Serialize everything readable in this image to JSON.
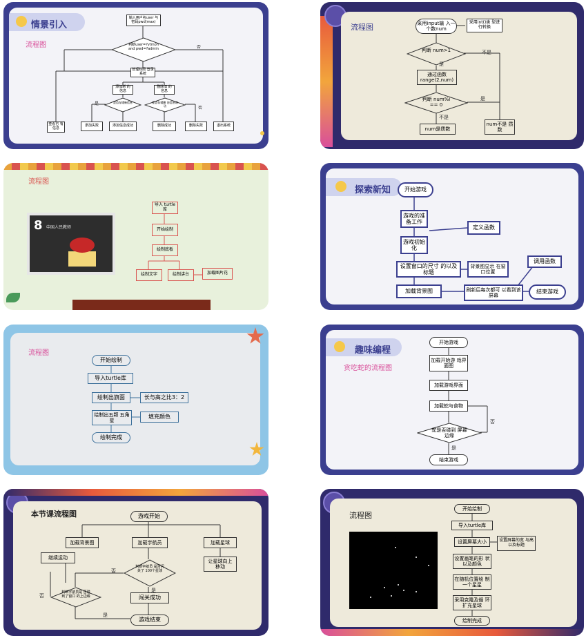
{
  "s1": {
    "title": "情景引入",
    "subtitle": "流程图",
    "n_start": "输入用户名user 与密码pwd(max)",
    "d1": "判断user=?vtmon and pwd=?admin",
    "d1_no": "否",
    "n2": "管理权限 登录系统",
    "n3a": "添加新 的信息",
    "n3b": "删除旧 的信息",
    "d2": "是否存储新信息",
    "d2_yes": "是",
    "d3": "是否存储删 旧信息成功",
    "d3_no": "否",
    "leaf1": "查看已 有信息",
    "leaf2": "添加失败",
    "leaf3": "添加信息成功",
    "leaf4": "删除成功",
    "leaf5": "删除失败",
    "leaf6": "退出系统"
  },
  "s2": {
    "title": "流程图",
    "n1": "采用input输 入一个数num",
    "n1b": "采用int()类 型进行转换",
    "d1": "判断 num>1",
    "d1_no": "不是",
    "d1_yes": "是",
    "n2": "通过函数 range(2,num)",
    "d2": "判断 num%i == 0",
    "d2_yes": "是",
    "d2_no": "不是",
    "n3": "num是质数",
    "n4": "num不是 质数"
  },
  "s3": {
    "title": "流程图",
    "n1": "导入 turtle库",
    "n2": "开始绘制",
    "n3": "绘制底板",
    "n4": "绘制文字",
    "n5": "绘制讲台",
    "n6": "加载图片花",
    "photo_caption": "中国人民教师",
    "photo_num": "8"
  },
  "s4": {
    "title": "探索新知",
    "n1": "开始游戏",
    "n2": "游戏的准 备工作",
    "n3": "定义函数",
    "n4": "游戏初始 化",
    "n5": "设置窗口的尺寸 的以及标题",
    "n6": "背景图显示 在窗口位置",
    "n7": "调用函数",
    "n8": "加载背景图",
    "n9": "刷新后每次都可 以看到该屏幕",
    "n10": "结束游戏"
  },
  "s5": {
    "title": "流程图",
    "n1": "开始绘制",
    "n2": "导入turtle库",
    "n3": "绘制出旗面",
    "n3b": "长与高之比3：2",
    "n4": "绘制出五颗 五角星",
    "n4b": "填充颜色",
    "n5": "绘制完成"
  },
  "s6": {
    "title": "趣味编程",
    "subtitle": "贪吃蛇的流程图",
    "n1": "开始游戏",
    "n2": "加载开始游 戏界面图",
    "n3": "加载游戏界面",
    "n4": "加载蛇与食物",
    "d1": "蛇是否碰到 屏幕边缘",
    "d1_no": "否",
    "d1_yes": "是",
    "n5": "结束游戏"
  },
  "s7": {
    "title": "本节课流程图",
    "n1": "游戏开始",
    "n2": "加载背景图",
    "n3": "加载宇航员",
    "n4": "加载星球",
    "n5": "继续运动",
    "d1": "判断宇航员 是否闪关了 100个星球",
    "d1_no": "否",
    "d1_yes": "是",
    "n6": "让星球向上 移动",
    "d2": "判断宇航员是 否碰到了窗口 的上边缘",
    "d2_no": "否",
    "d2_yes": "是",
    "n7": "闯关成功",
    "n8": "游戏结束"
  },
  "s8": {
    "title": "流程图",
    "n1": "开始绘制",
    "n2": "导入turtle库",
    "n3": "设置屏幕大小",
    "n3b": "设置屏幕的宽 与高以及标题",
    "n4": "设置画笔的形 状以及颜色",
    "n5": "在随机位置绘 制一个星星",
    "n6": "采用克隆及循 环扩充星球",
    "n7": "绘制完成"
  },
  "colors": {
    "navy": "#3b3f8f",
    "cream": "#eeeadb",
    "mint": "#e8f1dc",
    "skyblue": "#8ec5e6",
    "pink": "#d94f9a",
    "redbox": "#d9534f"
  }
}
